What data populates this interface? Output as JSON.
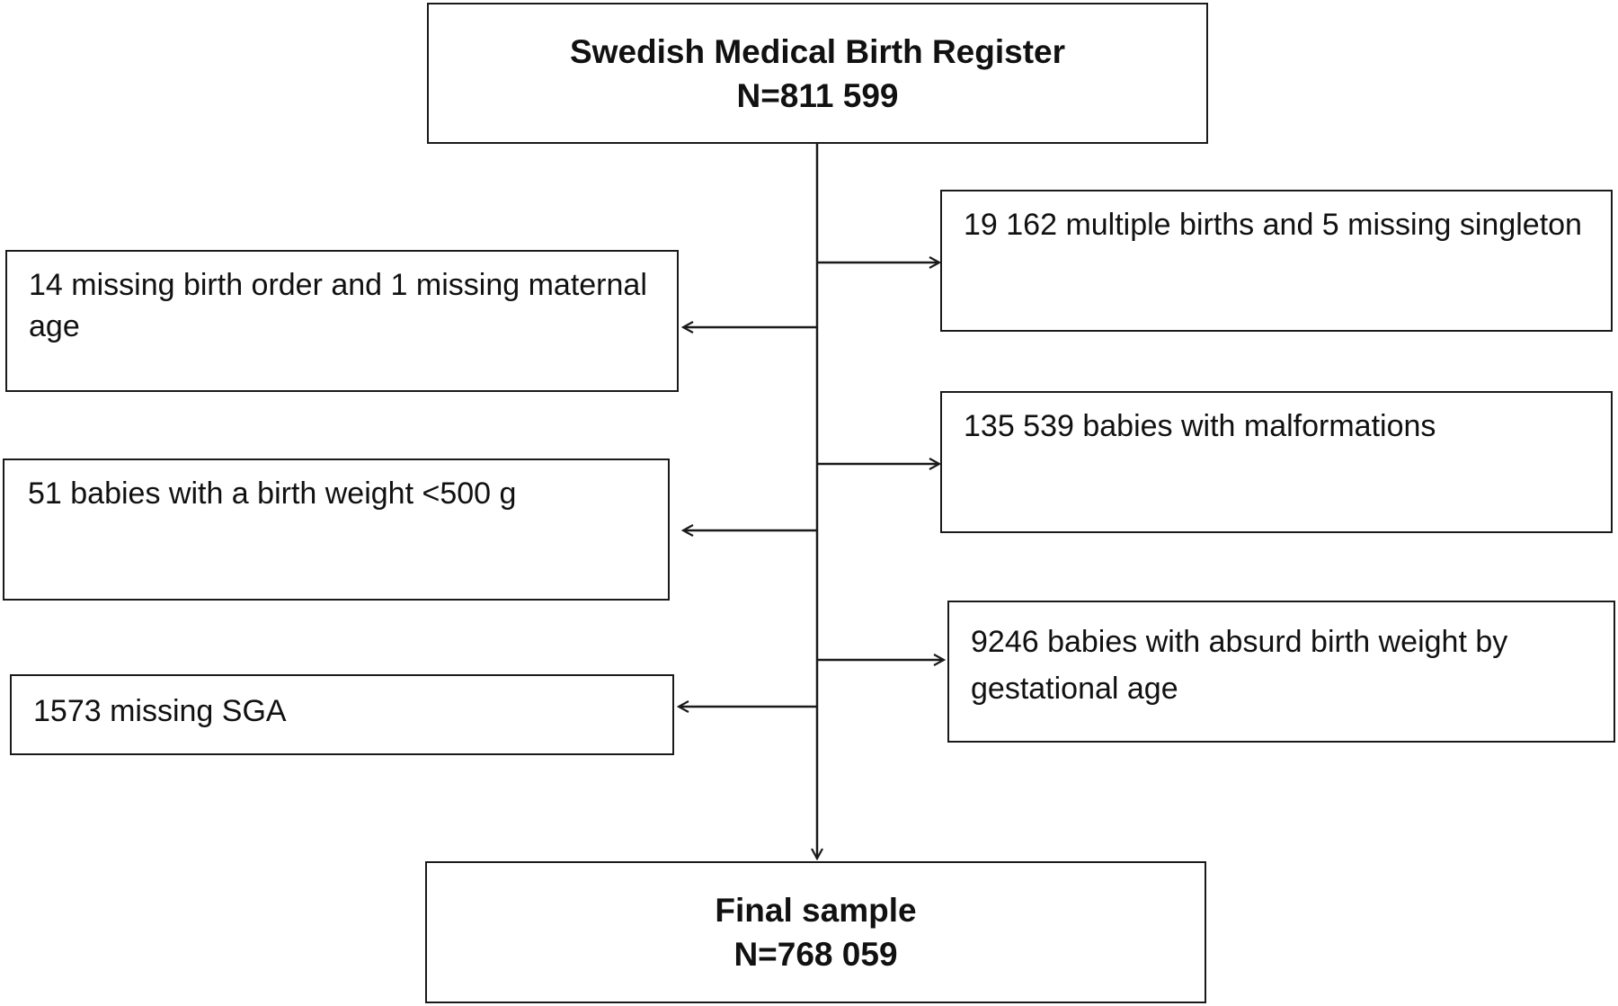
{
  "flowchart": {
    "top_box": {
      "title": "Swedish Medical Birth Register",
      "count": "N=811 599"
    },
    "exclusions_right": [
      {
        "text": "19 162 multiple births and 5 missing singleton"
      },
      {
        "text": "135 539 babies with malformations"
      },
      {
        "text": "9246 babies with absurd birth weight by gestational age"
      }
    ],
    "exclusions_left": [
      {
        "text": "14 missing birth order and 1 missing maternal age"
      },
      {
        "text": "51 babies with a birth weight <500 g"
      },
      {
        "text": "1573 missing SGA"
      }
    ],
    "bottom_box": {
      "title": "Final sample",
      "count": "N=768 059"
    }
  }
}
